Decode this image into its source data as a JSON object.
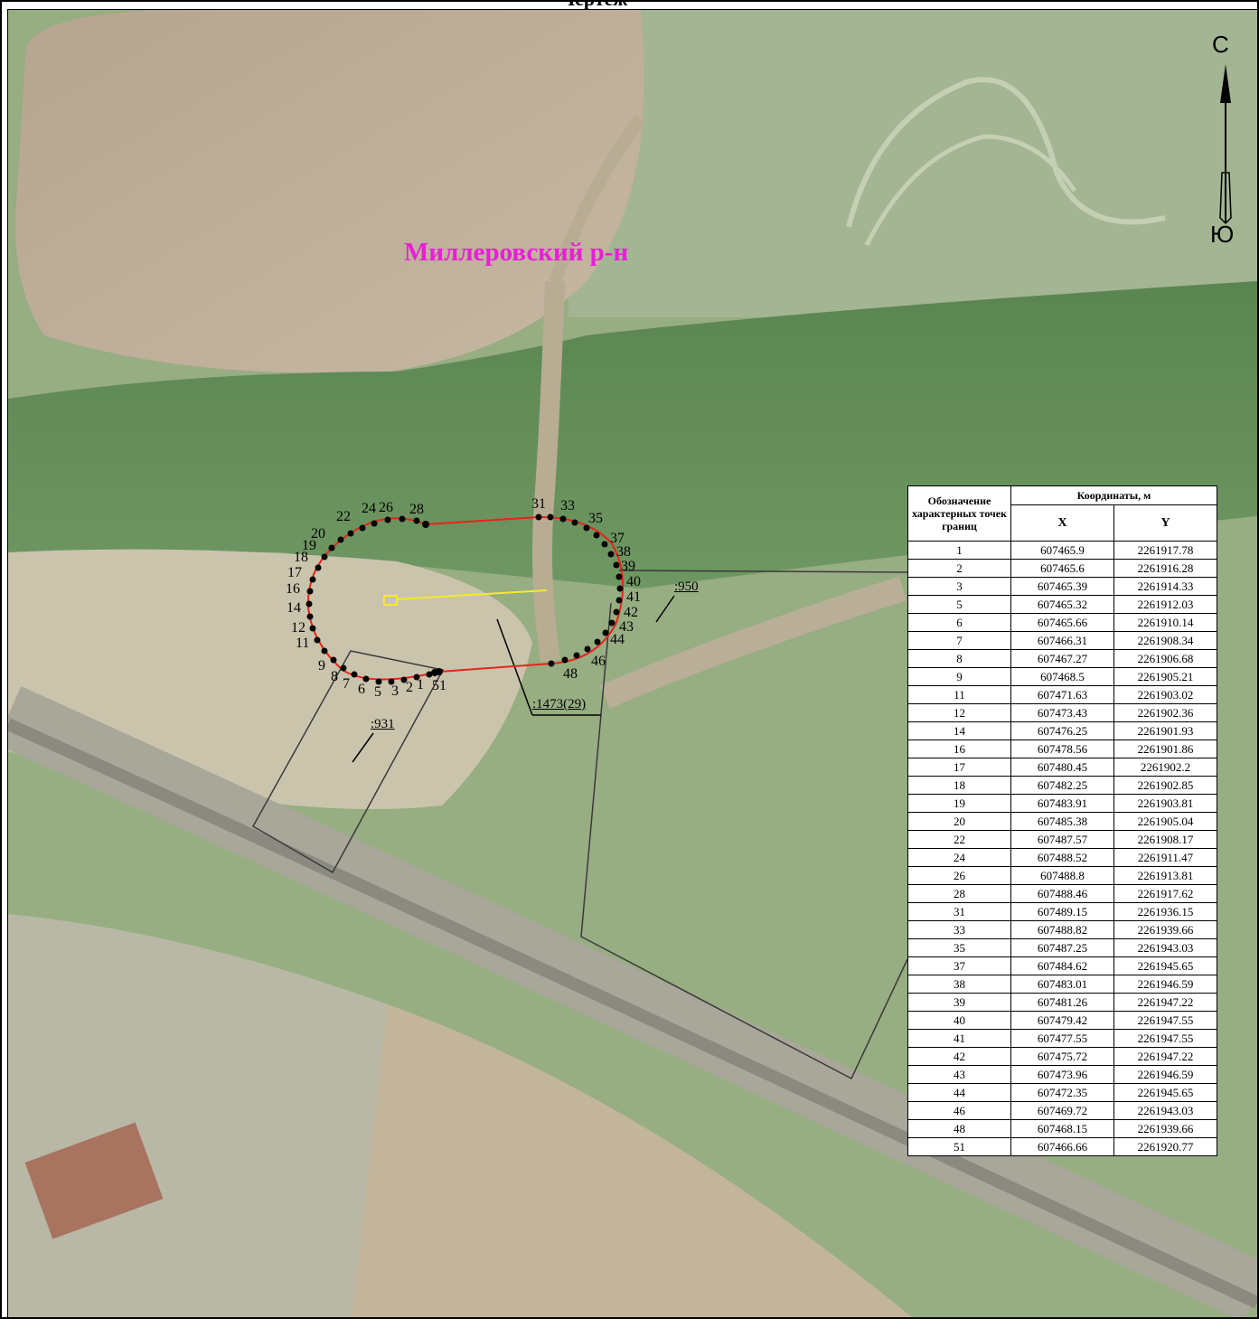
{
  "header": {
    "title": "Чертеж"
  },
  "map": {
    "district_label": "Миллеровский р-н",
    "north_arrow": {
      "north": "С",
      "south": "Ю"
    },
    "cadastral_labels": [
      ":950",
      ":1473(29)",
      ":931"
    ],
    "point_labels": [
      "1",
      "2",
      "3",
      "5",
      "6",
      "7",
      "8",
      "9",
      "11",
      "12",
      "14",
      "16",
      "17",
      "18",
      "19",
      "20",
      "22",
      "24",
      "26",
      "28",
      "31",
      "33",
      "35",
      "37",
      "38",
      "39",
      "40",
      "41",
      "42",
      "43",
      "44",
      "46",
      "48",
      "51"
    ],
    "colors": {
      "district_label": "#e81ed8",
      "boundary_red": "#e8241b",
      "yellow_line": "#f4ea2a",
      "cadastral_outline": "#3a3a3a",
      "point_marker": "#000000"
    }
  },
  "table": {
    "header_point": "Обозначение характерных точек границ",
    "header_coords": "Координаты, м",
    "header_x": "X",
    "header_y": "Y",
    "rows": [
      {
        "p": "1",
        "x": "607465.9",
        "y": "2261917.78"
      },
      {
        "p": "2",
        "x": "607465.6",
        "y": "2261916.28"
      },
      {
        "p": "3",
        "x": "607465.39",
        "y": "2261914.33"
      },
      {
        "p": "5",
        "x": "607465.32",
        "y": "2261912.03"
      },
      {
        "p": "6",
        "x": "607465.66",
        "y": "2261910.14"
      },
      {
        "p": "7",
        "x": "607466.31",
        "y": "2261908.34"
      },
      {
        "p": "8",
        "x": "607467.27",
        "y": "2261906.68"
      },
      {
        "p": "9",
        "x": "607468.5",
        "y": "2261905.21"
      },
      {
        "p": "11",
        "x": "607471.63",
        "y": "2261903.02"
      },
      {
        "p": "12",
        "x": "607473.43",
        "y": "2261902.36"
      },
      {
        "p": "14",
        "x": "607476.25",
        "y": "2261901.93"
      },
      {
        "p": "16",
        "x": "607478.56",
        "y": "2261901.86"
      },
      {
        "p": "17",
        "x": "607480.45",
        "y": "2261902.2"
      },
      {
        "p": "18",
        "x": "607482.25",
        "y": "2261902.85"
      },
      {
        "p": "19",
        "x": "607483.91",
        "y": "2261903.81"
      },
      {
        "p": "20",
        "x": "607485.38",
        "y": "2261905.04"
      },
      {
        "p": "22",
        "x": "607487.57",
        "y": "2261908.17"
      },
      {
        "p": "24",
        "x": "607488.52",
        "y": "2261911.47"
      },
      {
        "p": "26",
        "x": "607488.8",
        "y": "2261913.81"
      },
      {
        "p": "28",
        "x": "607488.46",
        "y": "2261917.62"
      },
      {
        "p": "31",
        "x": "607489.15",
        "y": "2261936.15"
      },
      {
        "p": "33",
        "x": "607488.82",
        "y": "2261939.66"
      },
      {
        "p": "35",
        "x": "607487.25",
        "y": "2261943.03"
      },
      {
        "p": "37",
        "x": "607484.62",
        "y": "2261945.65"
      },
      {
        "p": "38",
        "x": "607483.01",
        "y": "2261946.59"
      },
      {
        "p": "39",
        "x": "607481.26",
        "y": "2261947.22"
      },
      {
        "p": "40",
        "x": "607479.42",
        "y": "2261947.55"
      },
      {
        "p": "41",
        "x": "607477.55",
        "y": "2261947.55"
      },
      {
        "p": "42",
        "x": "607475.72",
        "y": "2261947.22"
      },
      {
        "p": "43",
        "x": "607473.96",
        "y": "2261946.59"
      },
      {
        "p": "44",
        "x": "607472.35",
        "y": "2261945.65"
      },
      {
        "p": "46",
        "x": "607469.72",
        "y": "2261943.03"
      },
      {
        "p": "48",
        "x": "607468.15",
        "y": "2261939.66"
      },
      {
        "p": "51",
        "x": "607466.66",
        "y": "2261920.77"
      }
    ]
  }
}
